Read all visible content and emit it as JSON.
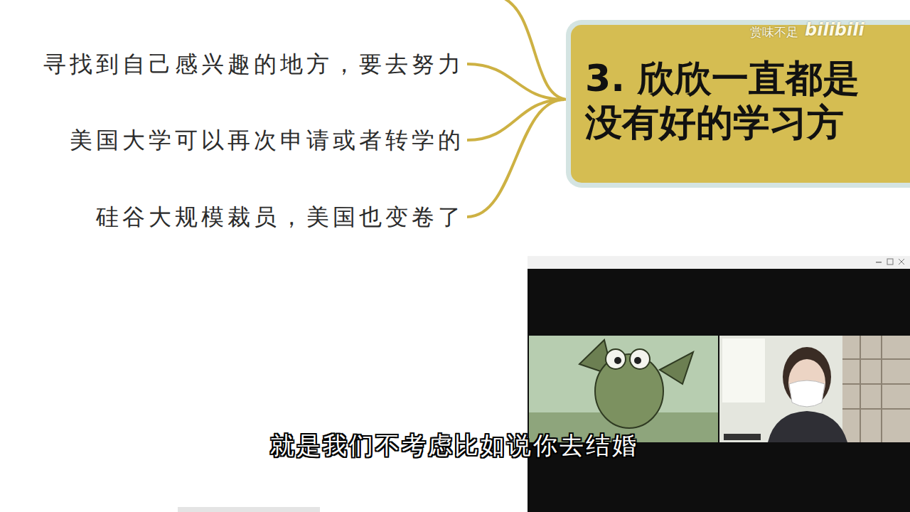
{
  "diagram": {
    "nodes": [
      {
        "text": [
          "3. 欣欣一直都是 没有好的学习方"
        ]
      },
      {
        "text": [
          "寻找到自己感兴趣的地方，要去努力"
        ]
      },
      {
        "text": [
          "美国大学可以再次申请或者转学的"
        ]
      },
      {
        "text": [
          "硅谷大规模裁员，美国也变卷了"
        ]
      }
    ],
    "edges": [
      {
        "from": 0,
        "to": 1,
        "arrow": "none"
      },
      {
        "from": 0,
        "to": 2,
        "arrow": "none"
      },
      {
        "from": 0,
        "to": 3,
        "arrow": "none"
      }
    ],
    "labels": [
      "赏味不足",
      "bilibili",
      "就是我们不考虑比如说你去结婚"
    ]
  }
}
